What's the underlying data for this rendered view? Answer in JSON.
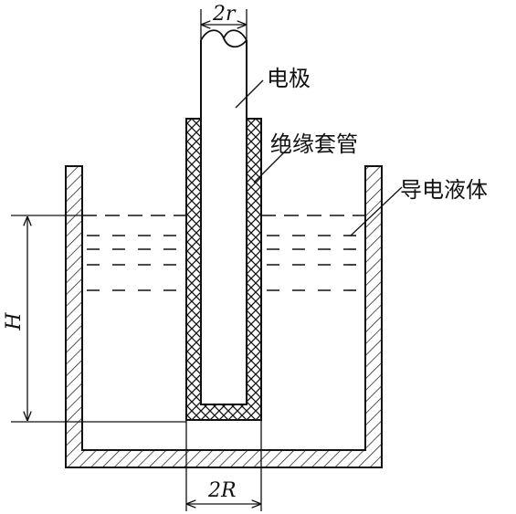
{
  "labels": {
    "electrode": "电极",
    "sleeve": "绝缘套管",
    "liquid": "导电液体"
  },
  "dimensions": {
    "rod_diameter": "2r",
    "sleeve_diameter": "2R",
    "height": "H"
  },
  "colors": {
    "line": "#111111",
    "background": "#ffffff"
  }
}
